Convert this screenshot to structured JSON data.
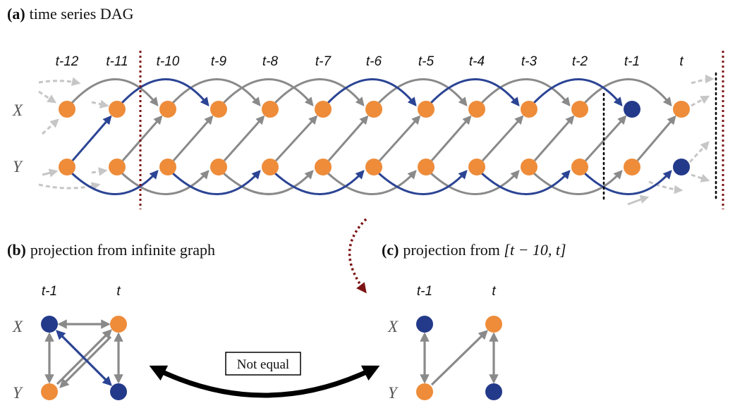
{
  "panel_a": {
    "letter": "(a)",
    "title": "time series DAG",
    "time_labels": [
      "t-12",
      "t-11",
      "t-10",
      "t-9",
      "t-8",
      "t-7",
      "t-6",
      "t-5",
      "t-4",
      "t-3",
      "t-2",
      "t-1",
      "t"
    ],
    "var_labels": [
      "X",
      "Y"
    ]
  },
  "panel_b": {
    "letter": "(b)",
    "title": "projection from infinite graph",
    "time_labels": [
      "t-1",
      "t"
    ],
    "var_labels": [
      "X",
      "Y"
    ]
  },
  "panel_c": {
    "letter": "(c)",
    "title_prefix": "projection from ",
    "title_math": "[t − 10, t]",
    "time_labels": [
      "t-1",
      "t"
    ],
    "var_labels": [
      "X",
      "Y"
    ]
  },
  "comparison": {
    "label": "Not equal"
  },
  "colors": {
    "orange_node": "#ee8c3a",
    "blue_node": "#233a8a",
    "gray_edge": "#8a8a8a",
    "light_gray_edge": "#c6c6c6",
    "blue_edge": "#2b4494",
    "red_dotted": "#7d1414",
    "black": "#000000"
  }
}
